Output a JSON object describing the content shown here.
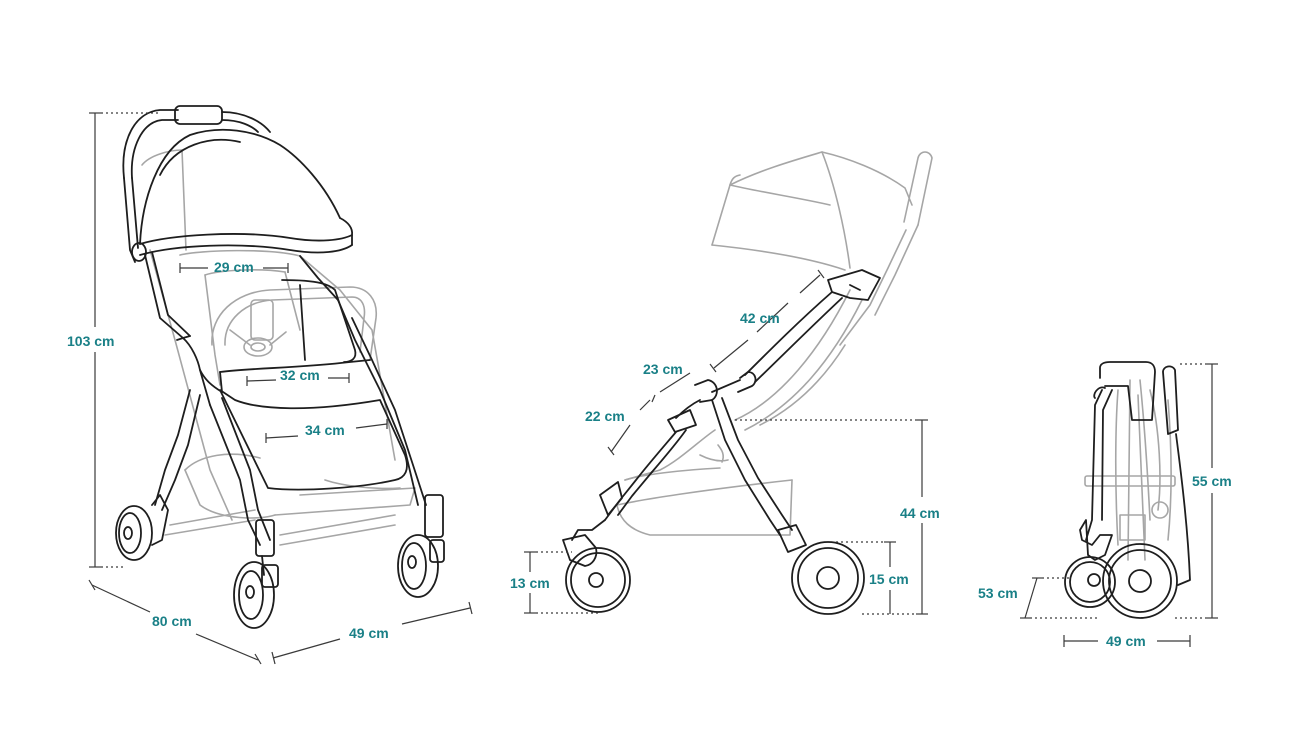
{
  "colors": {
    "label": "#1a8087",
    "outline": "#1e1e1e",
    "light": "#a6a6a6",
    "measure": "#3a3a3a"
  },
  "front_view": {
    "height_label": "103 cm",
    "depth_label": "80 cm",
    "width_label": "49 cm",
    "backrest_width_label": "29 cm",
    "seat_width_label": "32 cm",
    "footrest_width_label": "34 cm"
  },
  "side_view": {
    "backrest_length_label": "42 cm",
    "seat_depth_label": "23 cm",
    "leg_rest_label": "22 cm",
    "seat_height_label": "44 cm",
    "front_wheel_label": "13 cm",
    "rear_wheel_label": "15 cm"
  },
  "folded_view": {
    "height_label": "55 cm",
    "depth_label": "53 cm",
    "width_label": "49 cm"
  }
}
